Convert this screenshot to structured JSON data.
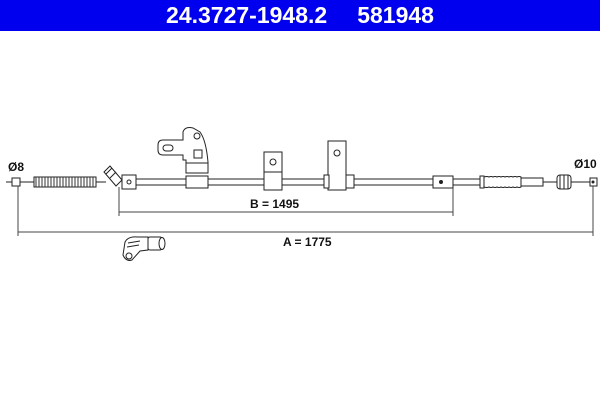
{
  "header": {
    "part_number": "24.3727-1948.2",
    "article_number": "581948",
    "background_color": "#0000ee",
    "text_color": "#ffffff"
  },
  "drawing": {
    "subject": "parking brake cable",
    "labels": {
      "left_diameter": "Ø8",
      "right_diameter": "Ø10",
      "dimension_b": "B = 1495",
      "dimension_a": "A = 1775"
    }
  }
}
